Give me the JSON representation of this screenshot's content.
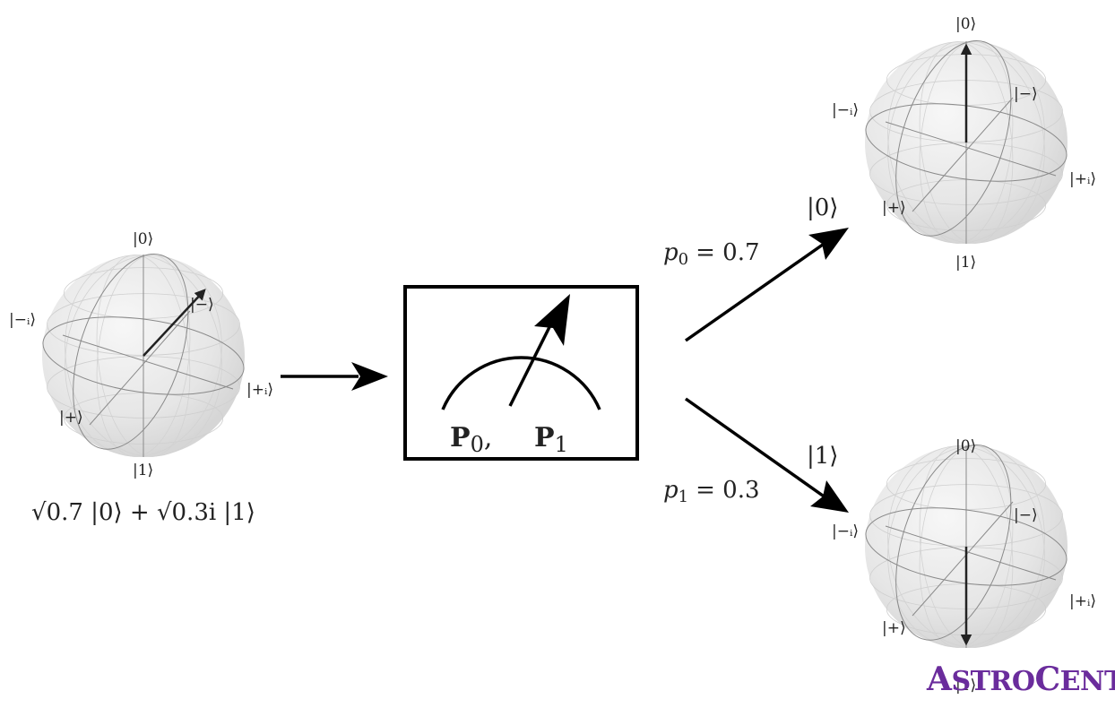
{
  "initial_state": {
    "formula": "√0.7 |0⟩ + √0.3i |1⟩",
    "labels": {
      "top": "|0⟩",
      "bottom": "|1⟩",
      "plus": "|+⟩",
      "minus": "|−⟩",
      "plus_i": "|+ᵢ⟩",
      "minus_i": "|−ᵢ⟩"
    }
  },
  "measurement": {
    "label_p0": "P",
    "sub_0": "0",
    "comma": ",",
    "label_p1": "P",
    "sub_1": "1"
  },
  "outcomes": [
    {
      "state": "|0⟩",
      "prob_label": "p",
      "prob_sub": "0",
      "prob_value": "= 0.7",
      "labels": {
        "top": "|0⟩",
        "bottom": "|1⟩",
        "plus": "|+⟩",
        "minus": "|−⟩",
        "plus_i": "|+ᵢ⟩",
        "minus_i": "|−ᵢ⟩"
      }
    },
    {
      "state": "|1⟩",
      "prob_label": "p",
      "prob_sub": "1",
      "prob_value": "= 0.3",
      "labels": {
        "top": "|0⟩",
        "bottom": "|1⟩",
        "plus": "|+⟩",
        "minus": "|−⟩",
        "plus_i": "|+ᵢ⟩",
        "minus_i": "|−ᵢ⟩"
      }
    }
  ],
  "logo": {
    "a": "A",
    "stro": "STRO",
    "c": "C",
    "ent": "ENT"
  },
  "colors": {
    "logo": "#6a2c9c",
    "sphere": "#e8e8e8",
    "wire": "#888888",
    "arrow": "#000000"
  }
}
